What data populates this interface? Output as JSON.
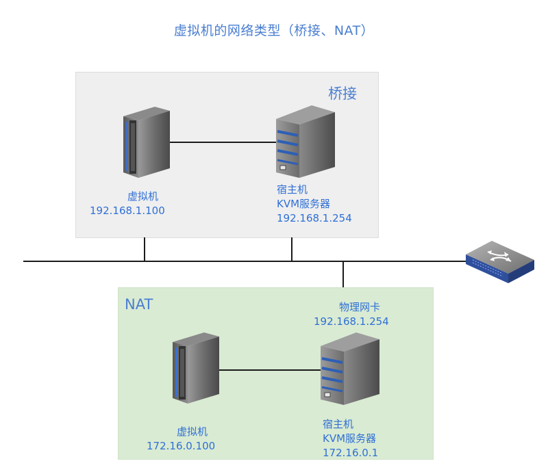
{
  "title": "虚拟机的网络类型（桥接、NAT）",
  "bridge": {
    "label": "桥接",
    "vm": {
      "name": "虚拟机",
      "ip": "192.168.1.100"
    },
    "host": {
      "name": "宿主机",
      "role": "KVM服务器",
      "ip": "192.168.1.254"
    }
  },
  "nat": {
    "label": "NAT",
    "nic": {
      "name": "物理网卡",
      "ip": "192.168.1.254"
    },
    "vm": {
      "name": "虚拟机",
      "ip": "172.16.0.100"
    },
    "host": {
      "name": "宿主机",
      "role": "KVM服务器",
      "ip": "172.16.0.1"
    }
  },
  "colors": {
    "text_blue": "#2f6fd6",
    "bridge_bg": "#efefef",
    "nat_bg": "#d9ebd3",
    "switch_blue": "#2f4f9c"
  },
  "icons": [
    "vm-server-icon",
    "host-server-icon",
    "network-switch-icon"
  ]
}
